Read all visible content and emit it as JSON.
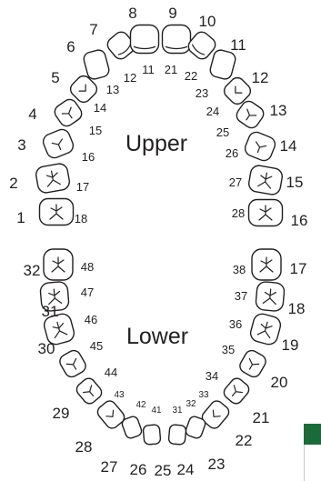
{
  "arches": {
    "upper_label": "Upper",
    "lower_label": "Lower"
  },
  "universal_numbers": [
    "1",
    "2",
    "3",
    "4",
    "5",
    "6",
    "7",
    "8",
    "9",
    "10",
    "11",
    "12",
    "13",
    "14",
    "15",
    "16",
    "17",
    "18",
    "19",
    "20",
    "21",
    "22",
    "23",
    "24",
    "25",
    "26",
    "27",
    "28",
    "29",
    "30",
    "31",
    "32"
  ],
  "fdi_numbers": {
    "upper_right": [
      "18",
      "17",
      "16",
      "15",
      "14",
      "13",
      "12",
      "11"
    ],
    "upper_left": [
      "21",
      "22",
      "23",
      "24",
      "25",
      "26",
      "27",
      "28"
    ],
    "lower_left": [
      "38",
      "37",
      "36",
      "35",
      "34",
      "33",
      "32",
      "31"
    ],
    "lower_right": [
      "41",
      "42",
      "43",
      "44",
      "45",
      "46",
      "47",
      "48"
    ]
  },
  "colors": {
    "ink": "#231f20",
    "corner_accent": "#1b6b3a"
  }
}
